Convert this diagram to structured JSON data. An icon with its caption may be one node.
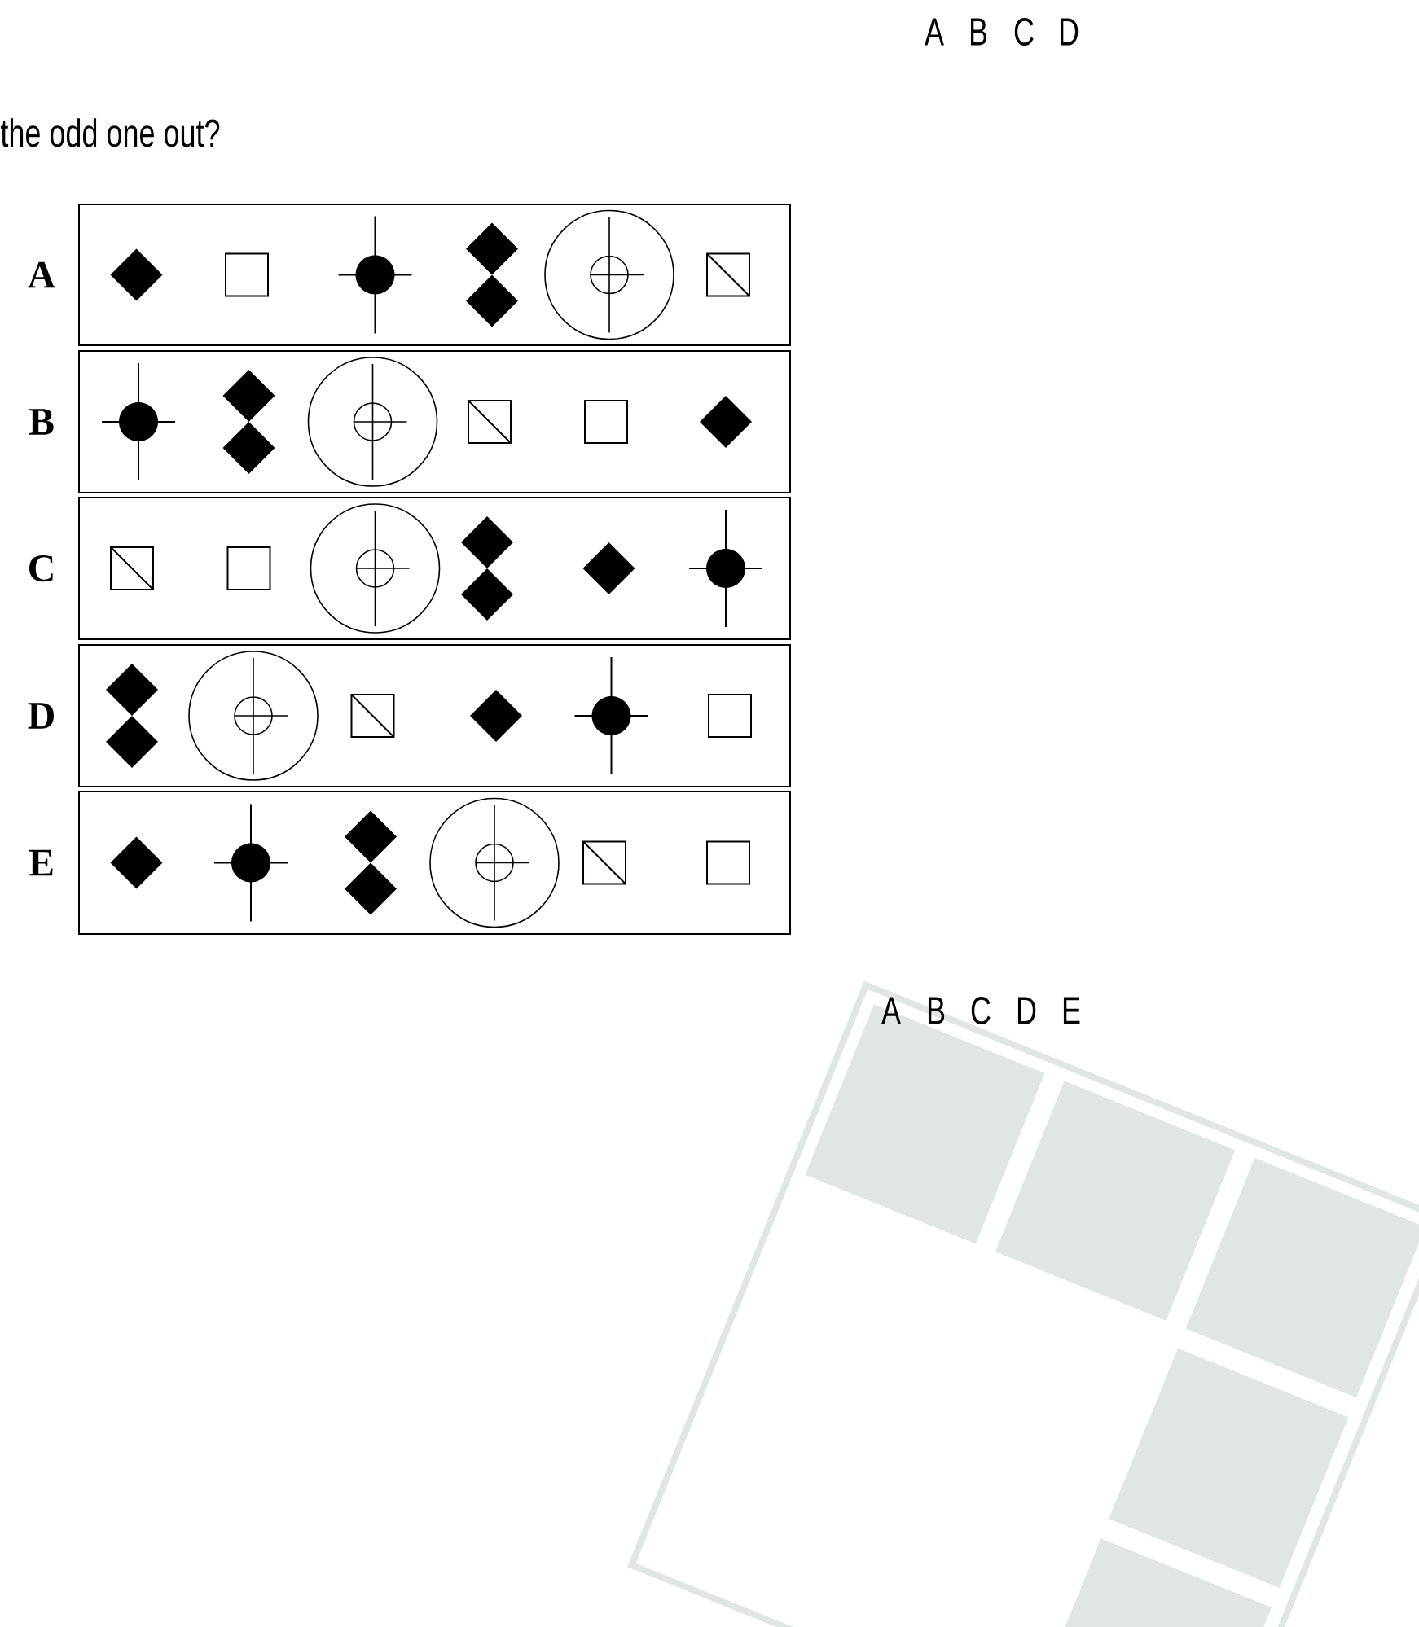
{
  "diagram": {
    "title": "the odd one out?",
    "nodes": [
      {
        "text": [
          "A"
        ]
      },
      {
        "text": [
          "B"
        ]
      },
      {
        "text": [
          "C"
        ]
      },
      {
        "text": [
          "D"
        ]
      },
      {
        "text": [
          "E"
        ]
      }
    ],
    "labels": [
      "A",
      "B",
      "C",
      "D",
      "A",
      "B",
      "C",
      "D",
      "E"
    ]
  }
}
